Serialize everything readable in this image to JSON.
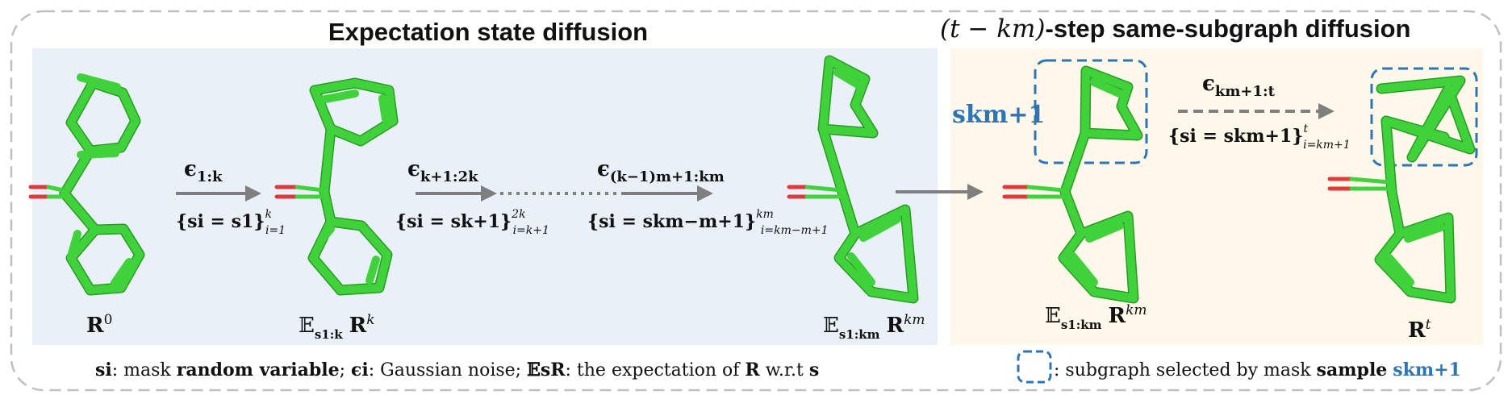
{
  "colors": {
    "left_panel": "#e9f0f8",
    "right_panel": "#fdf8e9",
    "molecule": "#3fd23a",
    "oxygen": "#e0393b",
    "accent_blue": "#2e75b6",
    "arrow_gray": "#7f7f7f"
  },
  "titles": {
    "left": "Expectation state diffusion",
    "right_var": "(t − km)",
    "right_rest": "-step same-subgraph diffusion"
  },
  "molecules": [
    {
      "label": "R",
      "sup": "0",
      "prefix": "",
      "sub": ""
    },
    {
      "label": "R",
      "sup": "k",
      "prefix": "𝔼",
      "sub": "s1:k"
    },
    {
      "label": "R",
      "sup": "km",
      "prefix": "𝔼",
      "sub": "s1:km"
    },
    {
      "label": "R",
      "sup": "km",
      "prefix": "𝔼",
      "sub": "s1:km"
    },
    {
      "label": "R",
      "sup": "t",
      "prefix": "",
      "sub": ""
    }
  ],
  "steps": [
    {
      "eps": "ϵ",
      "eps_sub": "1:k",
      "cond": "{si = s1}",
      "cond_sup": "k",
      "cond_sub": "i=1"
    },
    {
      "eps": "ϵ",
      "eps_sub": "k+1:2k",
      "cond": "{si = sk+1}",
      "cond_sup": "2k",
      "cond_sub": "i=k+1"
    },
    {
      "eps": "ϵ",
      "eps_sub": "(k−1)m+1:km",
      "cond": "{si = skm−m+1}",
      "cond_sup": "km",
      "cond_sub": "i=km−m+1"
    },
    {
      "eps": "ϵ",
      "eps_sub": "km+1:t",
      "cond": "{si = skm+1}",
      "cond_sup": "t",
      "cond_sub": "i=km+1"
    }
  ],
  "mask_label": "skm+1",
  "legend_left": {
    "p1": "si",
    "p2": ": mask ",
    "p3": "random variable",
    "p4": "; ",
    "p5": "ϵi",
    "p6": ": Gaussian noise; ",
    "p7": "𝔼sR",
    "p8": ": the expectation of ",
    "p9": "R",
    "p10": " w.r.t ",
    "p11": "s"
  },
  "legend_right": {
    "p1": ": subgraph selected by mask ",
    "p2": "sample",
    "p3": "skm+1"
  }
}
